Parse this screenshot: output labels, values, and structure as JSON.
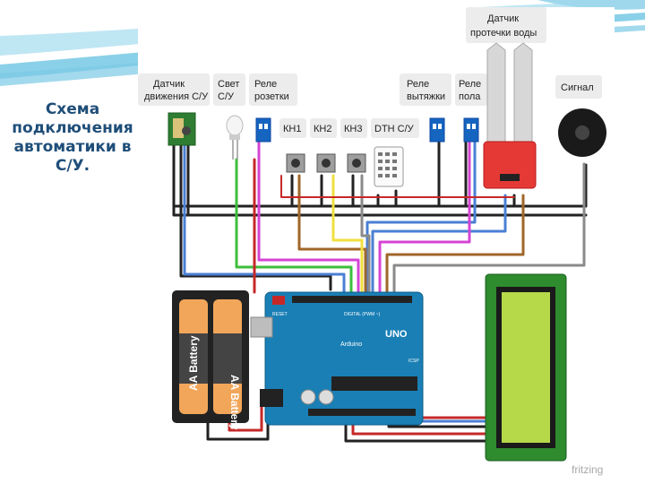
{
  "slide": {
    "title": "Схема подключения автоматики в С/У."
  },
  "labels": {
    "motion_sensor": [
      "Датчик",
      "движения С/У"
    ],
    "light": [
      "Свет",
      "С/У"
    ],
    "relay_socket": [
      "Реле",
      "розетки"
    ],
    "leak_sensor": [
      "Датчик",
      "протечки воды"
    ],
    "relay_hood": [
      "Реле",
      "вытяжки"
    ],
    "relay_floor": [
      "Реле",
      "пола"
    ],
    "signal": "Сигнал",
    "kn1": "КН1",
    "kn2": "КН2",
    "kn3": "КН3",
    "dth": "DTH С/У"
  },
  "board": {
    "logo": "UNO",
    "brand": "Arduino",
    "reset": "RESET",
    "digital": "DIGITAL (PWM ~)",
    "icsp": "ICSP"
  },
  "battery": {
    "label_left": "AA Battery",
    "label_right": "AA Battery"
  },
  "watermark": "fritzing",
  "colors": {
    "background_accent": "#29a9d6",
    "title_text": "#1f4e79",
    "board": "#1a7fb5",
    "lcd_pcb": "#2e8b2e",
    "lcd_screen": "#b6d94a",
    "leak_pcb": "#e53935",
    "wire_blue": "#4a7fd4",
    "wire_green": "#3cbf3c",
    "wire_magenta": "#d444d4",
    "wire_brown": "#a0662a",
    "wire_yellow": "#f0e040",
    "wire_black": "#222222",
    "wire_red": "#c62828",
    "wire_grey": "#8a8a8a"
  }
}
